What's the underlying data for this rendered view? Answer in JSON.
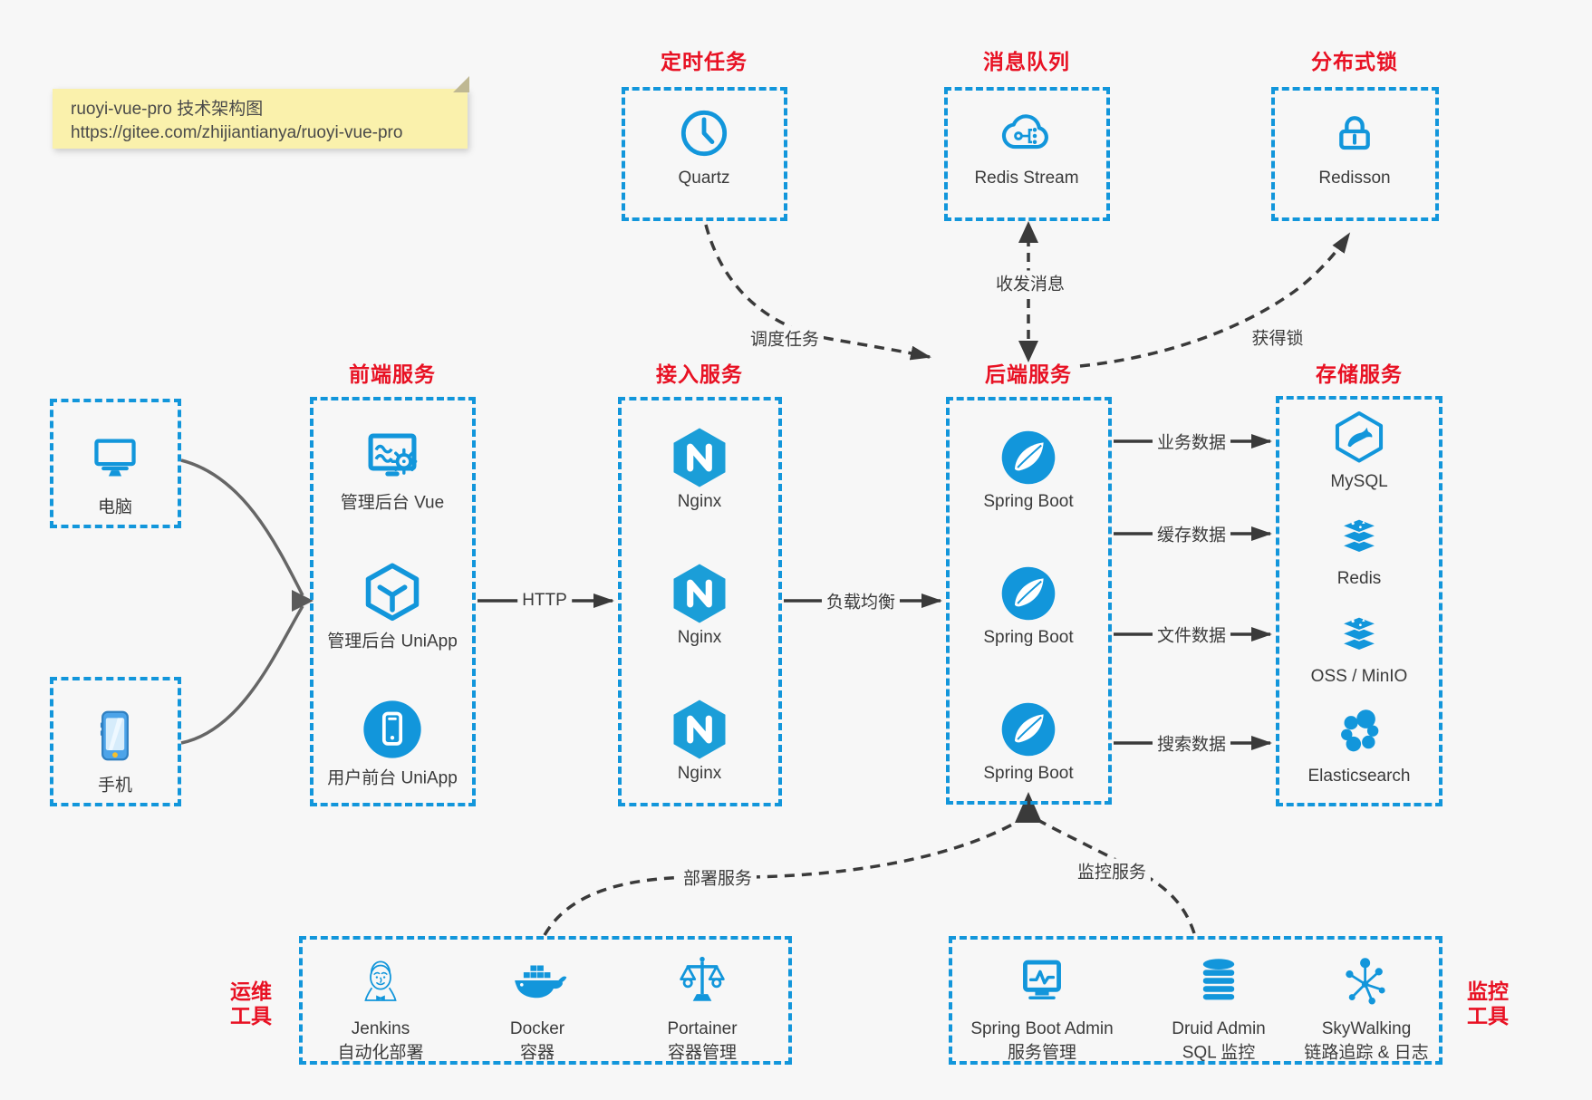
{
  "note": {
    "line1": "ruoyi-vue-pro 技术架构图",
    "line2": "https://gitee.com/zhijiantianya/ruoyi-vue-pro"
  },
  "top_groups": [
    {
      "title": "定时任务",
      "icon": "clock-icon",
      "label": "Quartz"
    },
    {
      "title": "消息队列",
      "icon": "cloud-stream-icon",
      "label": "Redis Stream"
    },
    {
      "title": "分布式锁",
      "icon": "lock-icon",
      "label": "Redisson"
    }
  ],
  "clients": [
    {
      "icon": "desktop-icon",
      "label": "电脑"
    },
    {
      "icon": "smartphone-icon",
      "label": "手机"
    }
  ],
  "columns": [
    {
      "title": "前端服务",
      "items": [
        {
          "icon": "admin-vue-icon",
          "label": "管理后台 Vue"
        },
        {
          "icon": "uniapp-cube-icon",
          "label": "管理后台 UniApp"
        },
        {
          "icon": "user-app-icon",
          "label": "用户前台 UniApp"
        }
      ]
    },
    {
      "title": "接入服务",
      "items": [
        {
          "icon": "nginx-icon",
          "label": "Nginx"
        },
        {
          "icon": "nginx-icon",
          "label": "Nginx"
        },
        {
          "icon": "nginx-icon",
          "label": "Nginx"
        }
      ]
    },
    {
      "title": "后端服务",
      "items": [
        {
          "icon": "spring-boot-icon",
          "label": "Spring Boot"
        },
        {
          "icon": "spring-boot-icon",
          "label": "Spring Boot"
        },
        {
          "icon": "spring-boot-icon",
          "label": "Spring Boot"
        }
      ]
    },
    {
      "title": "存储服务",
      "items": [
        {
          "icon": "mysql-icon",
          "label": "MySQL"
        },
        {
          "icon": "redis-icon",
          "label": "Redis"
        },
        {
          "icon": "oss-minio-icon",
          "label": "OSS / MinIO"
        },
        {
          "icon": "elasticsearch-icon",
          "label": "Elasticsearch"
        }
      ]
    }
  ],
  "edges": {
    "http": "HTTP",
    "load_balance": "负载均衡",
    "schedule": "调度任务",
    "message": "收发消息",
    "lock": "获得锁",
    "deploy": "部署服务",
    "monitor": "监控服务",
    "data_links": [
      "业务数据",
      "缓存数据",
      "文件数据",
      "搜索数据"
    ]
  },
  "bottom_groups": [
    {
      "title_line1": "运维",
      "title_line2": "工具",
      "items": [
        {
          "icon": "jenkins-icon",
          "label": "Jenkins",
          "sub": "自动化部署"
        },
        {
          "icon": "docker-icon",
          "label": "Docker",
          "sub": "容器"
        },
        {
          "icon": "portainer-icon",
          "label": "Portainer",
          "sub": "容器管理"
        }
      ]
    },
    {
      "title_line1": "监控",
      "title_line2": "工具",
      "items": [
        {
          "icon": "spring-boot-admin-icon",
          "label": "Spring Boot Admin",
          "sub": "服务管理"
        },
        {
          "icon": "druid-icon",
          "label": "Druid Admin",
          "sub": "SQL 监控"
        },
        {
          "icon": "skywalking-icon",
          "label": "SkyWalking",
          "sub": "链路追踪 & 日志"
        }
      ]
    }
  ],
  "colors": {
    "accent": "#1296db",
    "title_red": "#e81123",
    "arrow_dark": "#3a3a3a",
    "note_bg": "#faf1ac",
    "background": "#f7f7f7"
  }
}
